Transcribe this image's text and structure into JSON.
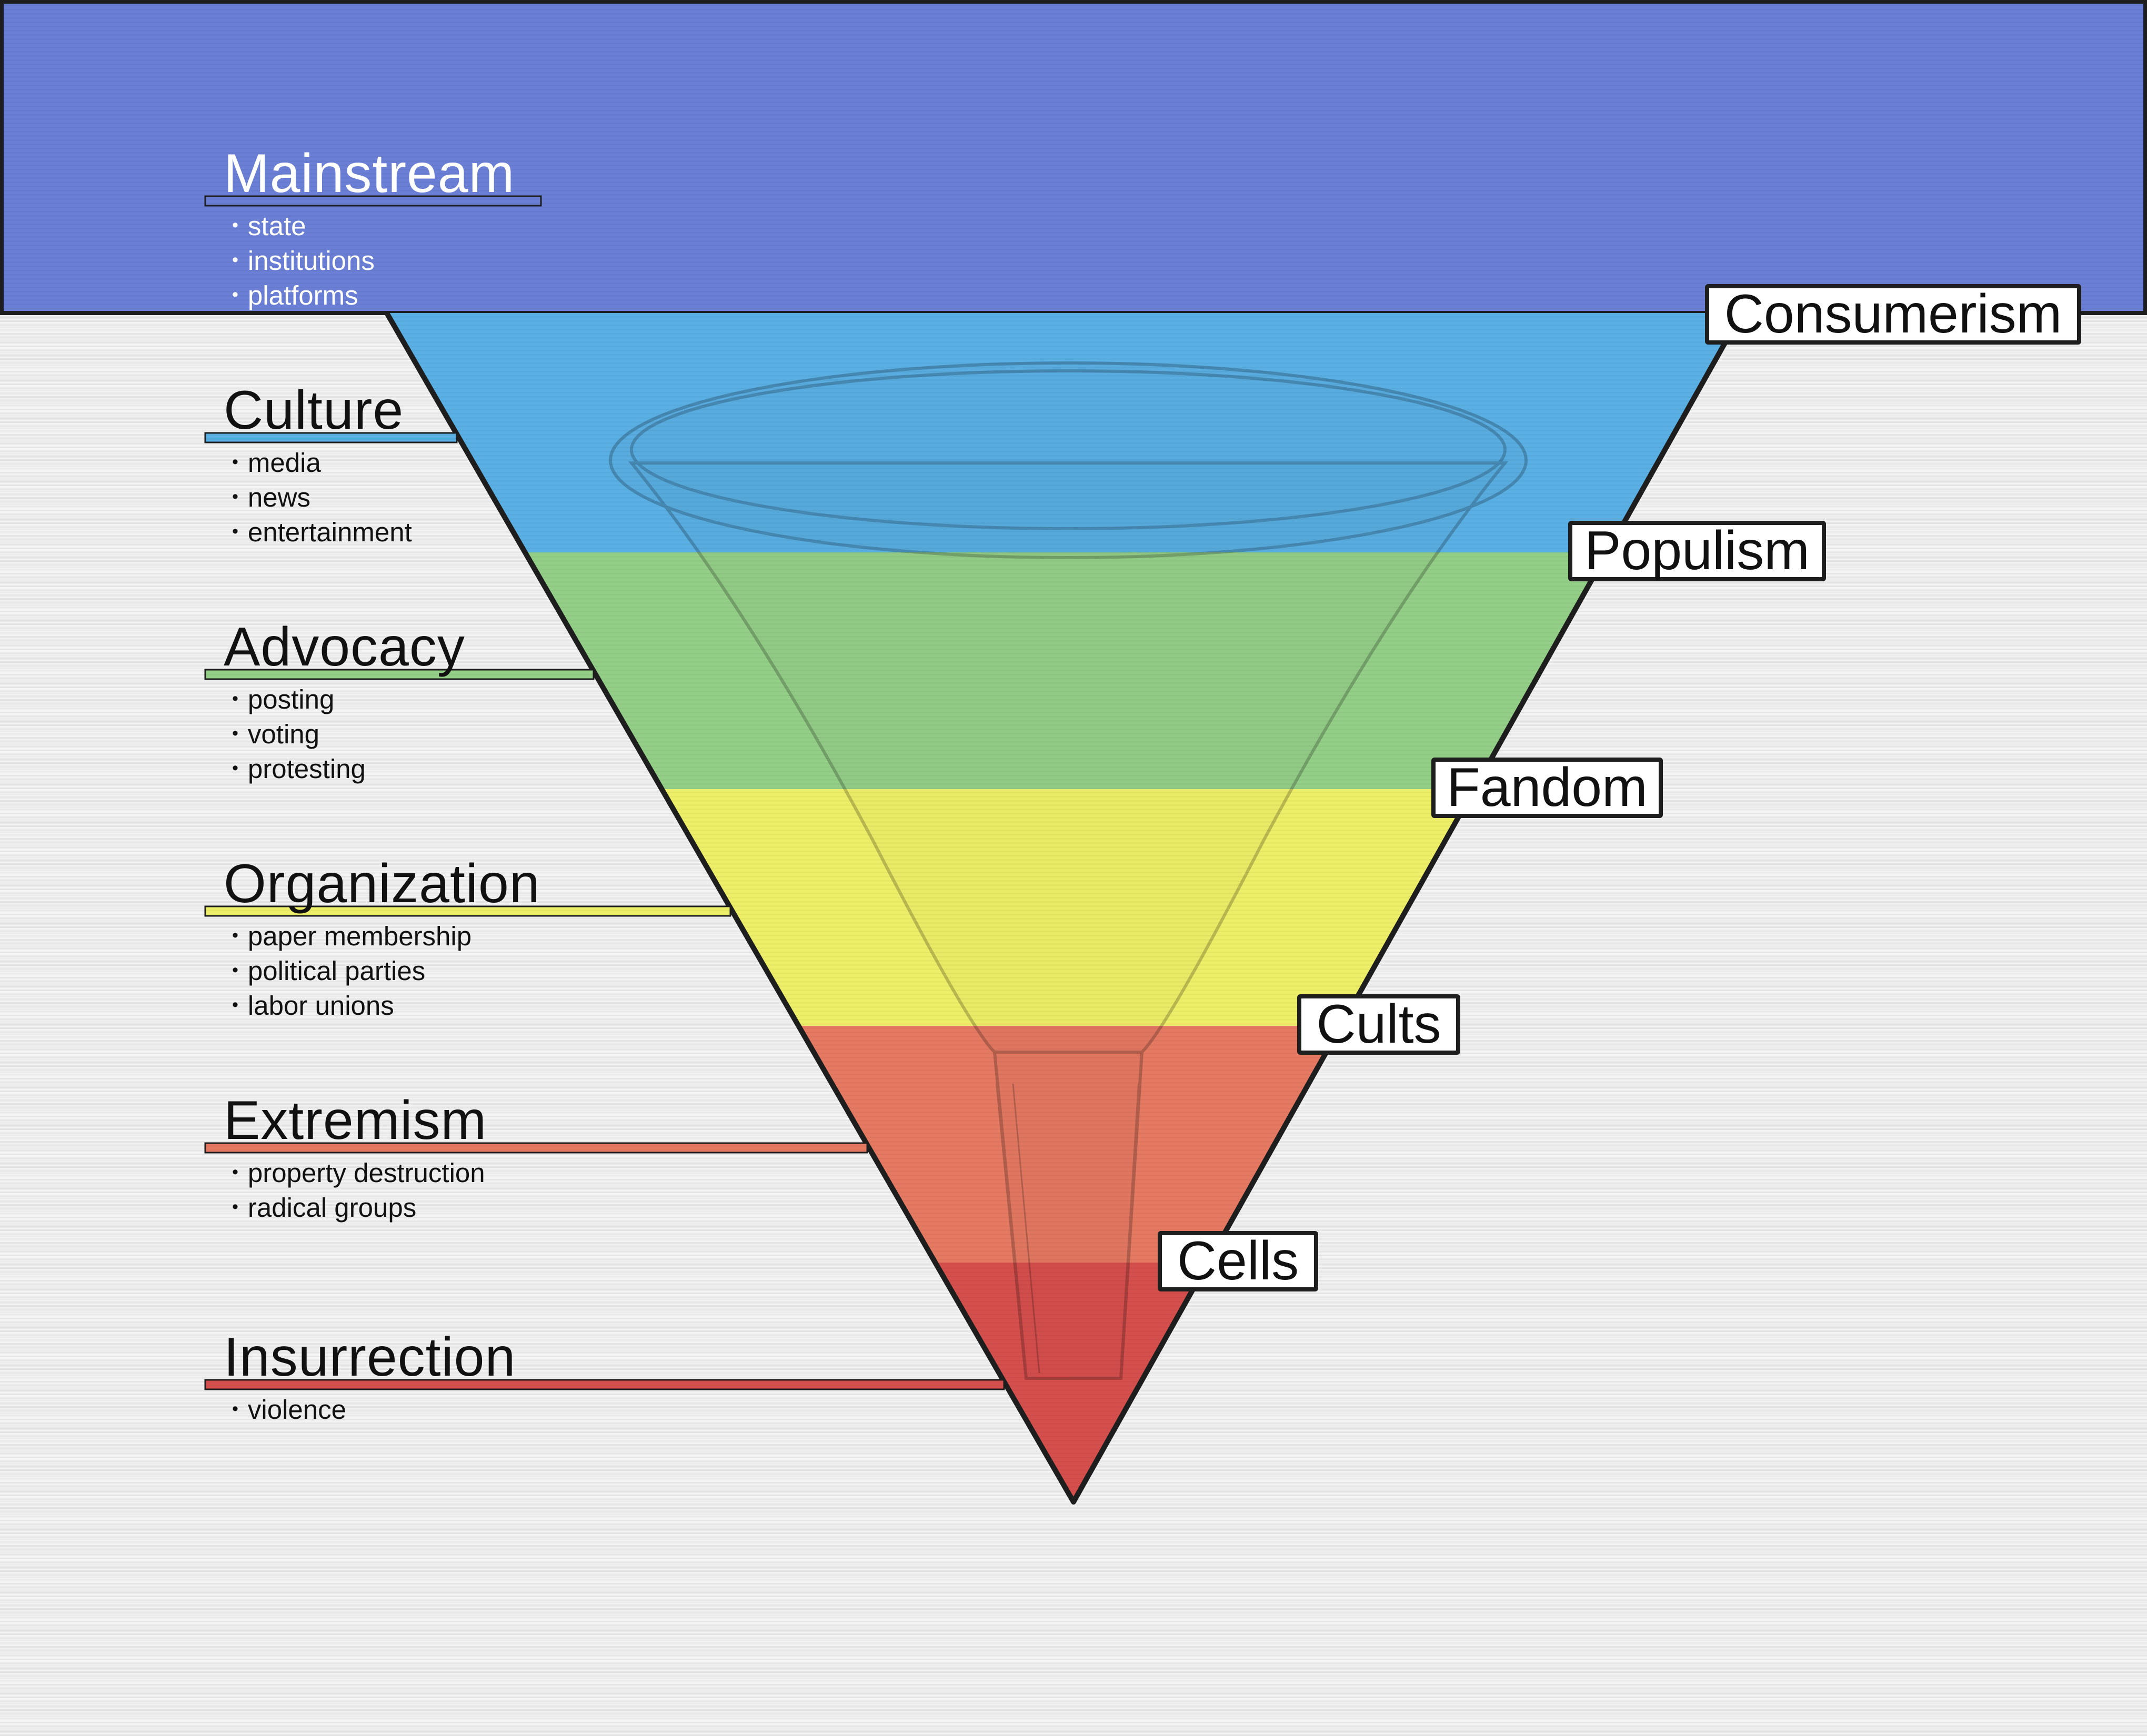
{
  "colors": {
    "band_mainstream": "#6b7fd6",
    "band_culture": "#5ab0e4",
    "band_advocacy": "#94cf88",
    "band_organization": "#eeef68",
    "band_extremism": "#e57962",
    "band_insurrection": "#d54f4d",
    "outline": "#1e1e1e",
    "background": "#efefef"
  },
  "levels": [
    {
      "title": "Mainstream",
      "items": [
        "state",
        "institutions",
        "platforms"
      ]
    },
    {
      "title": "Culture",
      "items": [
        "media",
        "news",
        "entertainment"
      ]
    },
    {
      "title": "Advocacy",
      "items": [
        "posting",
        "voting",
        "protesting"
      ]
    },
    {
      "title": "Organization",
      "items": [
        "paper membership",
        "political parties",
        "labor unions"
      ]
    },
    {
      "title": "Extremism",
      "items": [
        "property destruction",
        "radical groups"
      ]
    },
    {
      "title": "Insurrection",
      "items": [
        "violence"
      ]
    }
  ],
  "stages": [
    "Consumerism",
    "Populism",
    "Fandom",
    "Cults",
    "Cells"
  ],
  "icons": {
    "funnel": "funnel-icon"
  }
}
